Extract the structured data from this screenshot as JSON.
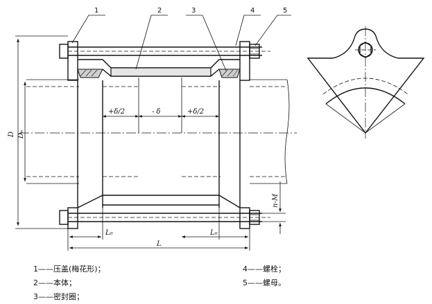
{
  "callouts": [
    "1",
    "2",
    "3",
    "4",
    "5"
  ],
  "dimensions": {
    "outer_diameter": "D",
    "nominal_diameter": "Dₙ",
    "total_length": "L",
    "left_length": "L₀",
    "right_length": "L₀",
    "gap_left": "+δ/2",
    "gap_center": "- δ",
    "gap_right": "+δ/2",
    "bolt_spec": "n-M"
  },
  "legend": [
    {
      "number": "1",
      "dash": "——",
      "text": "压盖(梅花形)；"
    },
    {
      "number": "2",
      "dash": "——",
      "text": "本体；"
    },
    {
      "number": "3",
      "dash": "——",
      "text": "密封圈；"
    },
    {
      "number": "4",
      "dash": "——",
      "text": "螺栓；"
    },
    {
      "number": "5",
      "dash": "——",
      "text": "螺母。"
    }
  ]
}
